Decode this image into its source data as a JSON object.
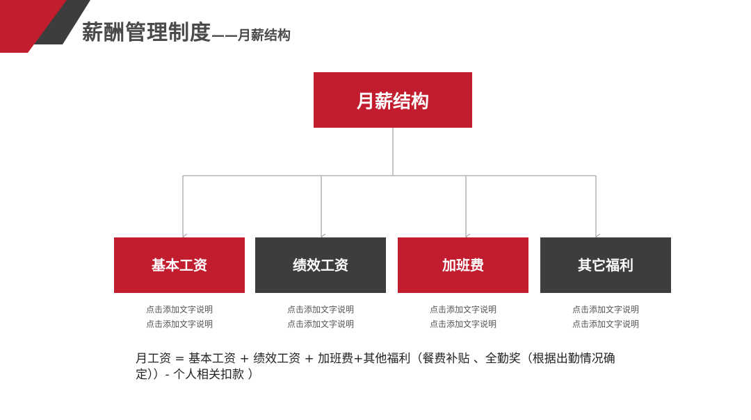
{
  "header": {
    "title_main": "薪酬管理制度",
    "title_sub": "——月薪结构"
  },
  "colors": {
    "accent_red": "#c21c2f",
    "dark_gray": "#3d3d3d",
    "connector_gray": "#a8a8a8"
  },
  "diagram": {
    "root": "月薪结构",
    "children": [
      {
        "label": "基本工资",
        "desc": [
          "点击添加文字说明",
          "点击添加文字说明"
        ]
      },
      {
        "label": "绩效工资",
        "desc": [
          "点击添加文字说明",
          "点击添加文字说明"
        ]
      },
      {
        "label": "加班费",
        "desc": [
          "点击添加文字说明",
          "点击添加文字说明"
        ]
      },
      {
        "label": "其它福利",
        "desc": [
          "点击添加文字说明",
          "点击添加文字说明"
        ]
      }
    ]
  },
  "formula": "月工资 = 基本工资 + 绩效工资 + 加班费+其他福利（餐费补贴 、全勤奖（根据出勤情况确定））- 个人相关扣款 ）"
}
